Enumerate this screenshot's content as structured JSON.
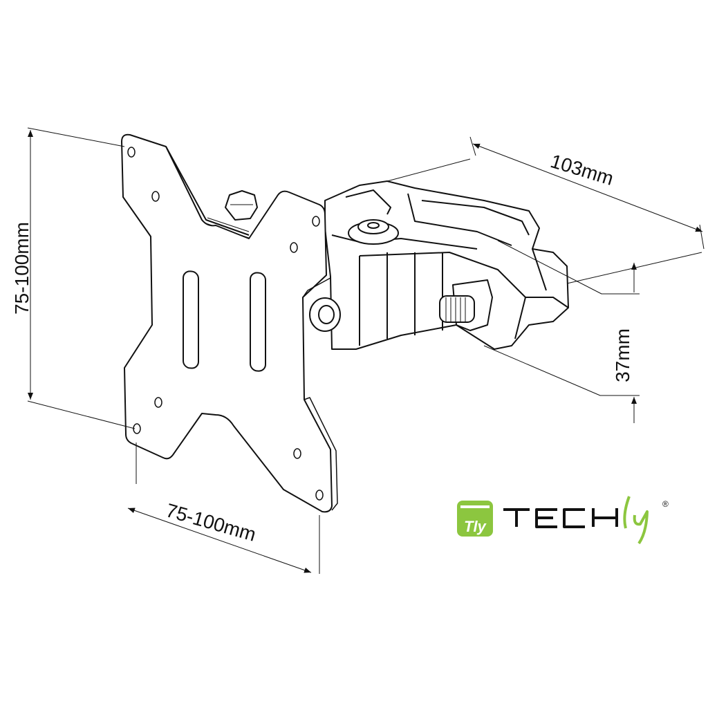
{
  "dimensions": {
    "plate_height": "75-100mm",
    "plate_width": "75-100mm",
    "depth": "103mm",
    "height": "37mm"
  },
  "logo": {
    "badge_text": "Tly",
    "brand_main": "TECH",
    "brand_accent": "ly",
    "registered_mark": "®",
    "accent_color": "#8cc63f"
  }
}
